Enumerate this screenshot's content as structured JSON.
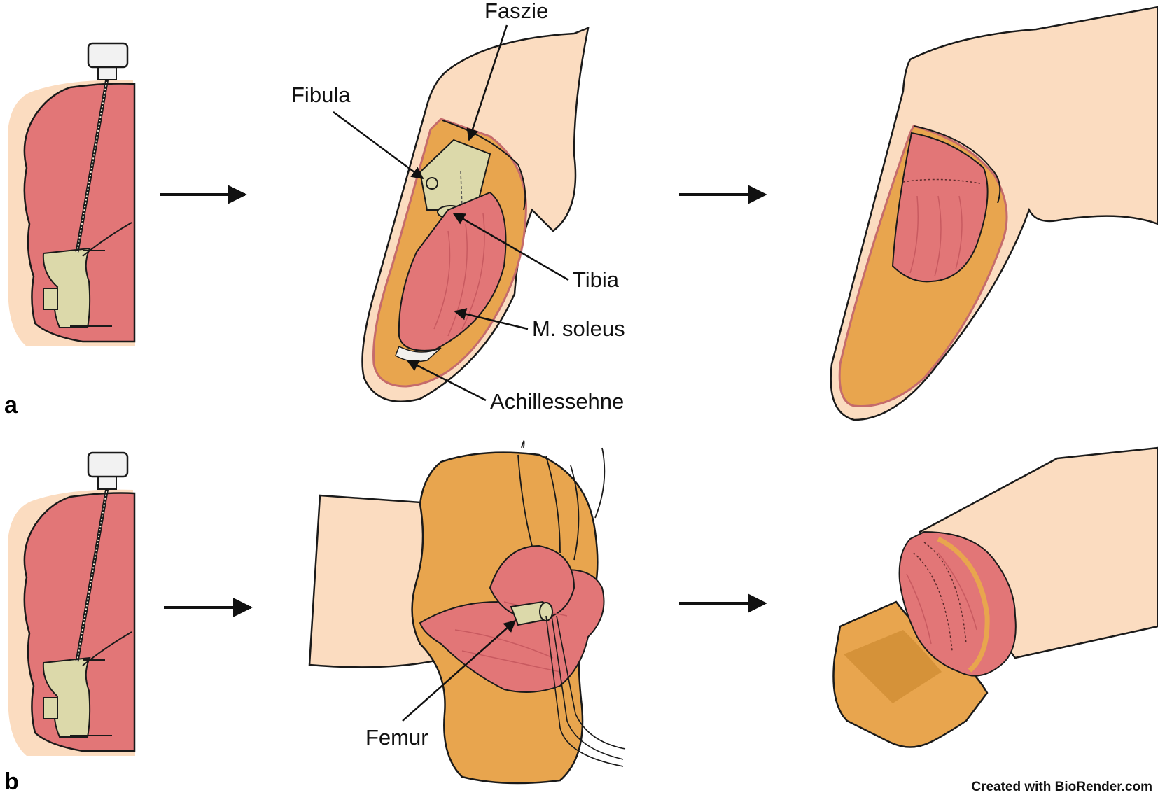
{
  "labels": {
    "faszie": "Faszie",
    "fibula": "Fibula",
    "tibia": "Tibia",
    "soleus": "M. soleus",
    "achilles": "Achillessehne",
    "femur": "Femur"
  },
  "panels": {
    "a": "a",
    "b": "b"
  },
  "credit": "Created with BioRender.com",
  "colors": {
    "skin": "#fbdcc0",
    "muscle": "#e27677",
    "muscle_dark": "#c85a60",
    "fat": "#e8a54e",
    "fat_dark": "#c8862c",
    "bone": "#dcd9aa",
    "outline": "#1a1a1a"
  }
}
